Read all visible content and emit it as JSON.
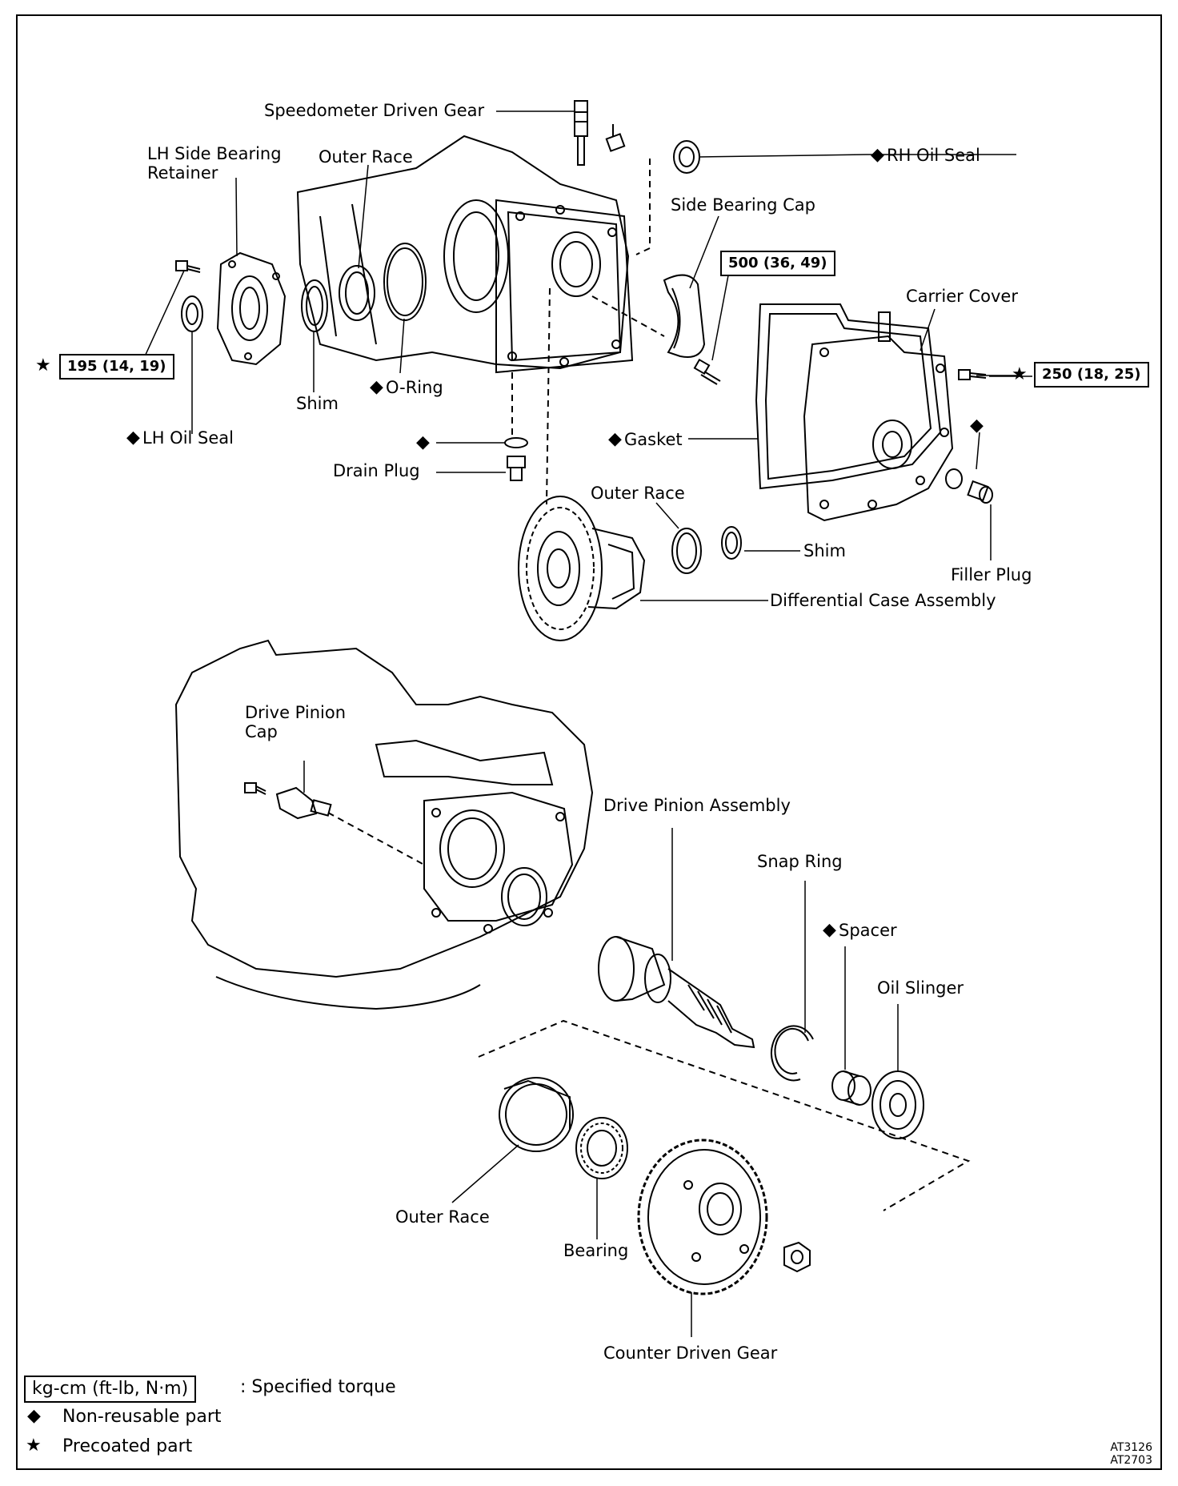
{
  "labels": {
    "speedometer_driven_gear": "Speedometer Driven Gear",
    "lh_side_bearing_retainer": "LH Side Bearing Retainer",
    "outer_race_top": "Outer Race",
    "rh_oil_seal": "RH Oil Seal",
    "side_bearing_cap": "Side Bearing Cap",
    "carrier_cover": "Carrier Cover",
    "shim_left": "Shim",
    "o_ring": "O-Ring",
    "lh_oil_seal": "LH Oil Seal",
    "drain_plug": "Drain Plug",
    "gasket": "Gasket",
    "outer_race_mid": "Outer Race",
    "shim_right": "Shim",
    "filler_plug": "Filler Plug",
    "differential_case_assembly": "Differential Case Assembly",
    "drive_pinion_cap": "Drive Pinion Cap",
    "drive_pinion_assembly": "Drive Pinion Assembly",
    "snap_ring": "Snap Ring",
    "spacer": "Spacer",
    "oil_slinger": "Oil Slinger",
    "outer_race_bottom": "Outer Race",
    "bearing": "Bearing",
    "counter_driven_gear": "Counter Driven Gear"
  },
  "torques": {
    "side_bearing_cap": "500 (36, 49)",
    "lh_retainer": "195 (14, 19)",
    "carrier_cover": "250 (18, 25)"
  },
  "symbols": {
    "diamond": "◆",
    "star": "★"
  },
  "legend": {
    "torque_box": "kg-cm (ft-lb, N·m)",
    "torque_desc": ": Specified torque",
    "non_reusable": "Non-reusable part",
    "precoated": "Precoated part"
  },
  "figure_codes": [
    "AT3126",
    "AT2703"
  ]
}
